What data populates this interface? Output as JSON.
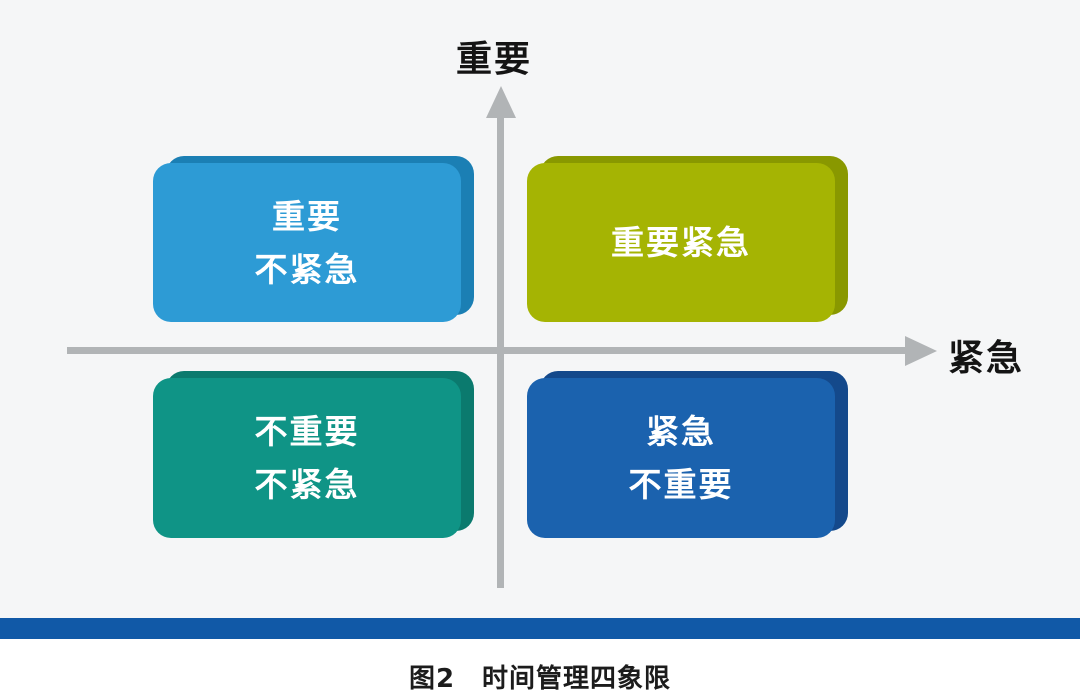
{
  "figure": {
    "caption": "图2　时间管理四象限",
    "background_color": "#f5f6f7",
    "divider_color": "#1159a7",
    "axes": {
      "axis_color": "#b1b4b6",
      "y_label": "重要",
      "x_label": "紧急"
    },
    "quadrants": [
      {
        "id": "important-not-urgent",
        "position": "top-left",
        "lines": [
          "重要",
          "不紧急"
        ],
        "face_color": "#2d9bd5",
        "side_color": "#1b7fb4"
      },
      {
        "id": "important-urgent",
        "position": "top-right",
        "lines": [
          "重要紧急"
        ],
        "face_color": "#a5b403",
        "side_color": "#899800"
      },
      {
        "id": "not-important-not-urgent",
        "position": "bottom-left",
        "lines": [
          "不重要",
          "不紧急"
        ],
        "face_color": "#0f9486",
        "side_color": "#0b7a6e"
      },
      {
        "id": "urgent-not-important",
        "position": "bottom-right",
        "lines": [
          "紧急",
          "不重要"
        ],
        "face_color": "#1b62ae",
        "side_color": "#14498b"
      }
    ]
  }
}
